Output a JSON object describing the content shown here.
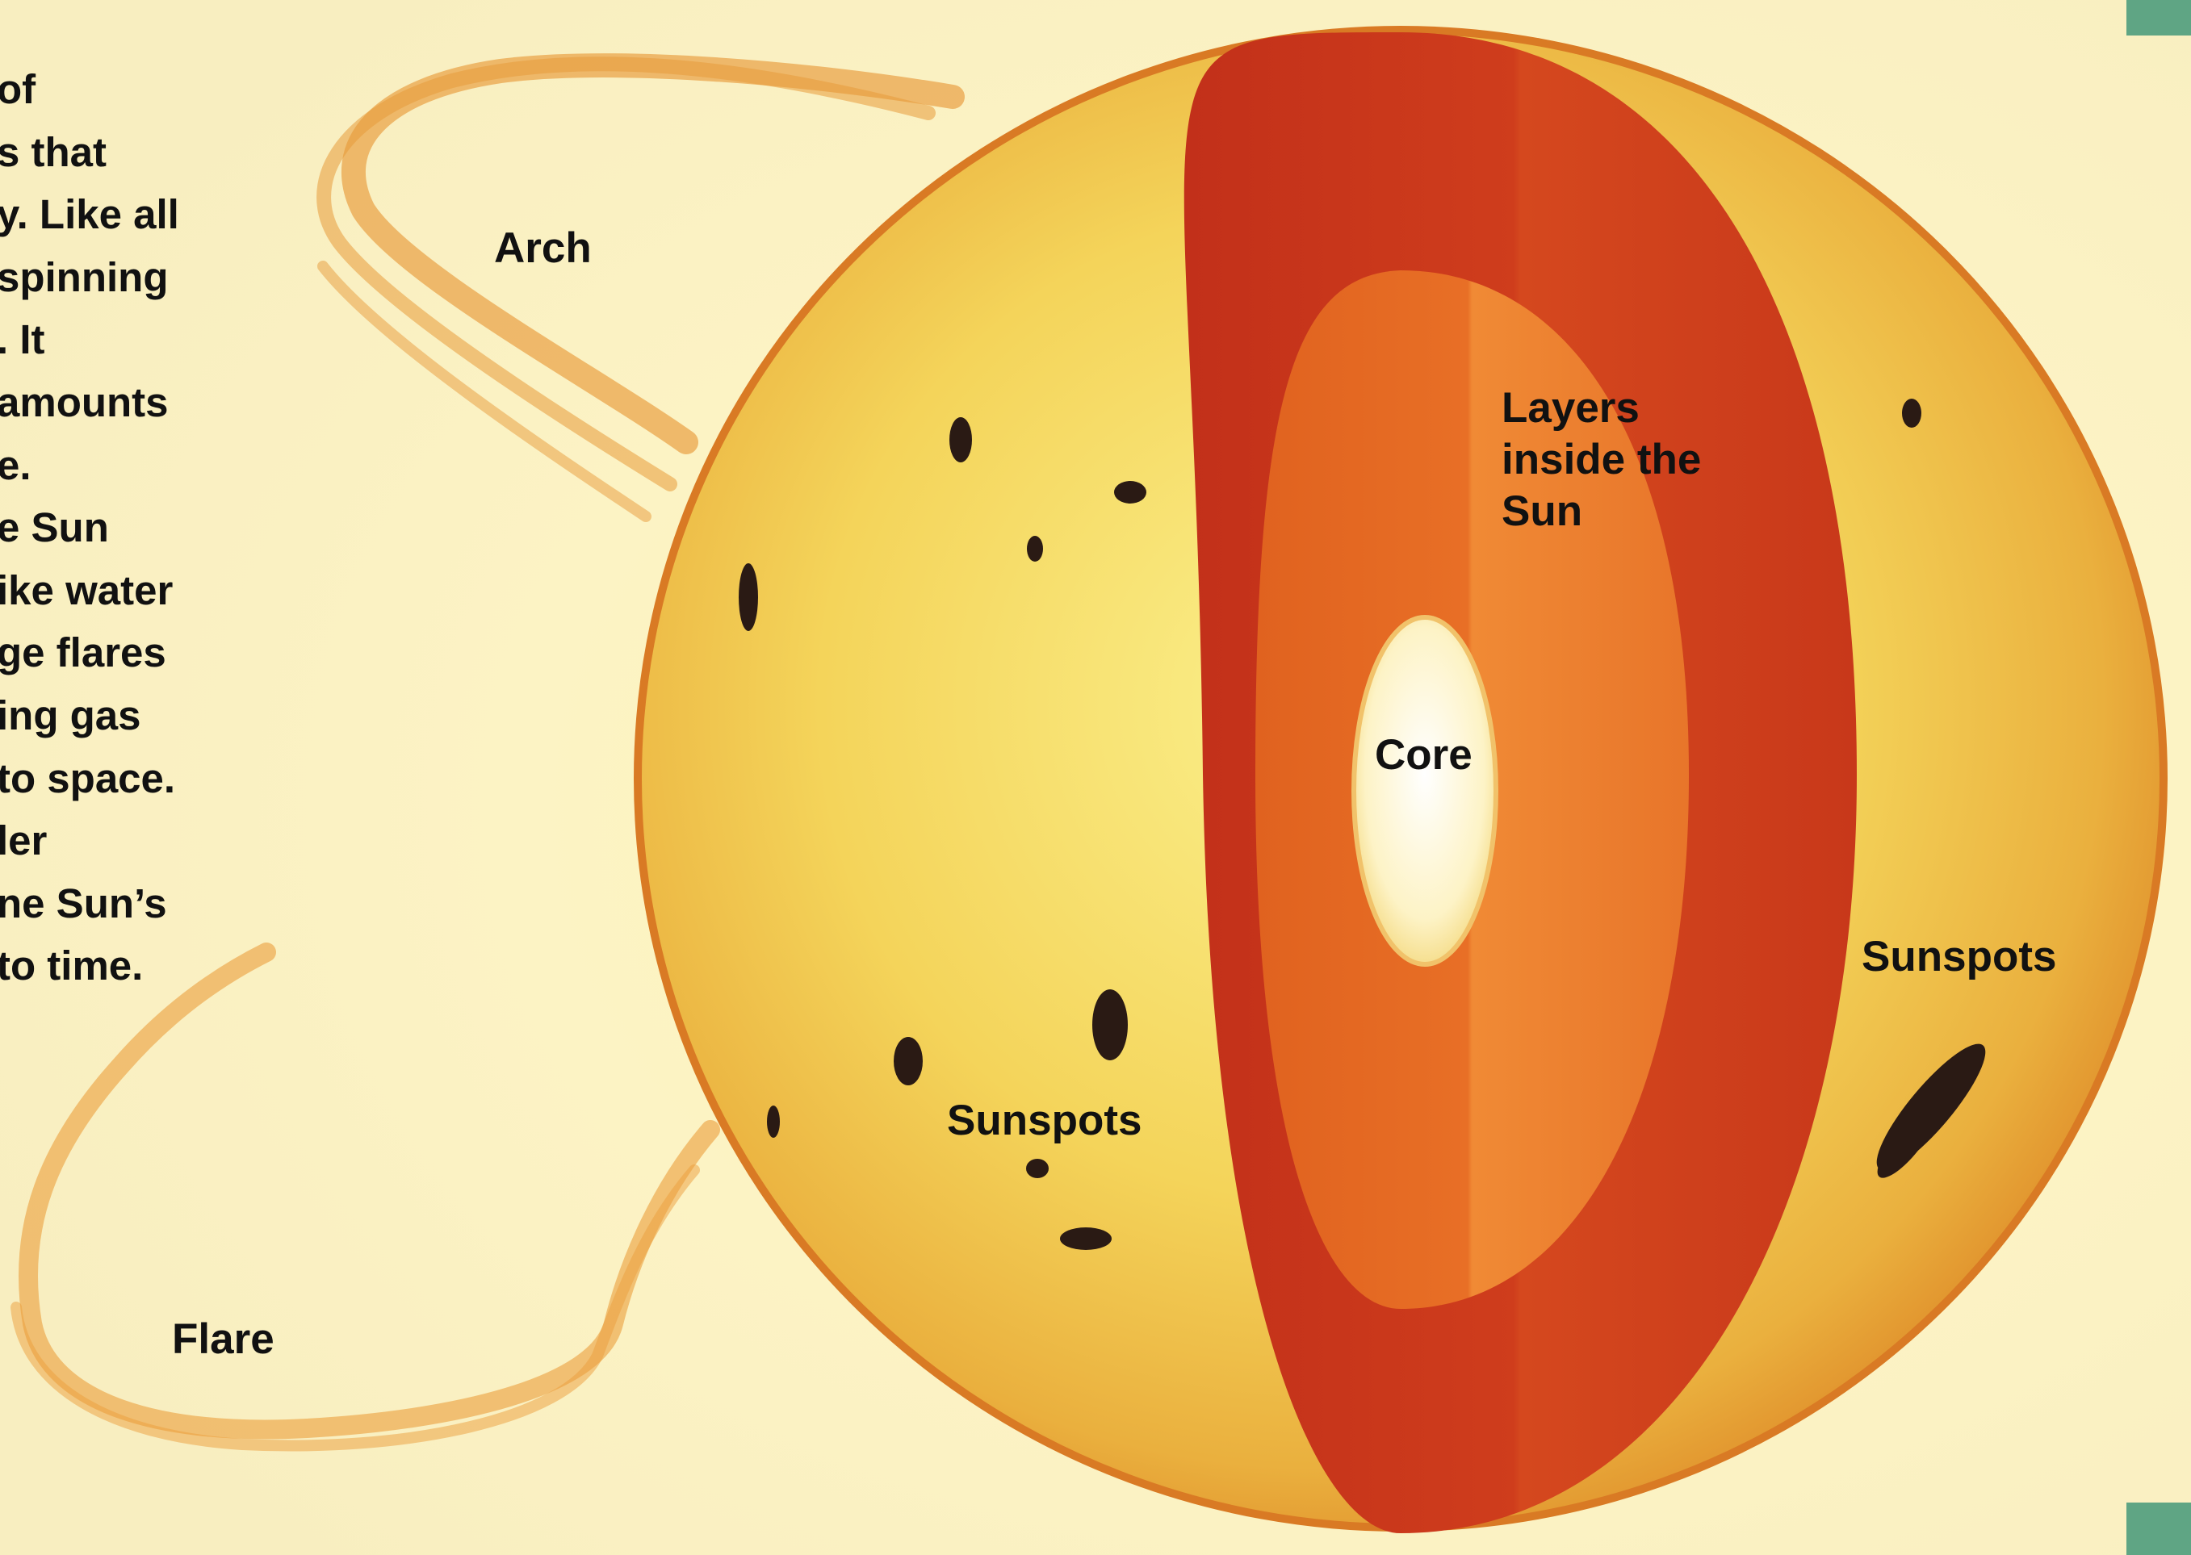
{
  "intro_text_fragments": [
    "of",
    "s that",
    "y. Like all",
    "spinning",
    ". It",
    "amounts",
    "e.",
    "e Sun",
    "ike water",
    "ge flares",
    "ing gas",
    "to space.",
    "ler",
    "ne Sun’s",
    "to time."
  ],
  "diagram": {
    "labels": {
      "arch": "Arch",
      "layers": [
        "Layers",
        "inside the",
        "Sun"
      ],
      "core": "Core",
      "sunspots_left": "Sunspots",
      "sunspots_right": "Sunspots",
      "flare": "Flare"
    }
  },
  "colors": {
    "background": "#fbf6c8",
    "photosphere": "#f2cf5a",
    "limb": "#e08a2a",
    "outer_layer": "#c8361a",
    "inner_layer": "#e46a25",
    "core": "#fff8dc",
    "sunspot": "#2a1a14",
    "page_tab": "#5fa584"
  }
}
